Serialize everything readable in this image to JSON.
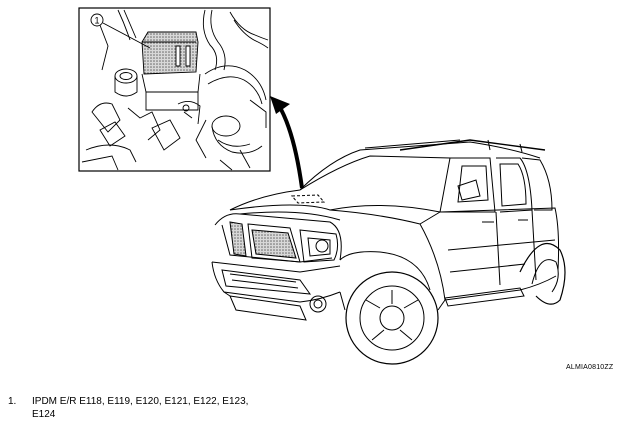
{
  "callout": {
    "number": "1"
  },
  "figure_id": "ALMIA0810ZZ",
  "legend": {
    "items": [
      {
        "number": "1.",
        "text": "IPDM E/R E118, E119, E120, E121, E122, E123, E124"
      }
    ]
  },
  "colors": {
    "line": "#000000",
    "hatch": "#7a7a7a",
    "background": "#ffffff"
  }
}
